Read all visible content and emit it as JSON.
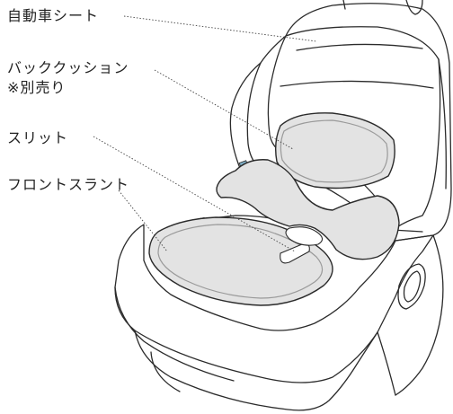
{
  "labels": {
    "car_seat": "自動車シート",
    "back_cushion": "バッククッション",
    "back_cushion_note": "※別売り",
    "slit": "スリット",
    "front_slant": "フロントスラント"
  },
  "colors": {
    "outline": "#2b2b2b",
    "cushion_fill": "#e3e3e3",
    "cushion_stripe": "#9a9a9a",
    "leader_line": "#444444",
    "clip_accent": "#7fb0c8"
  }
}
